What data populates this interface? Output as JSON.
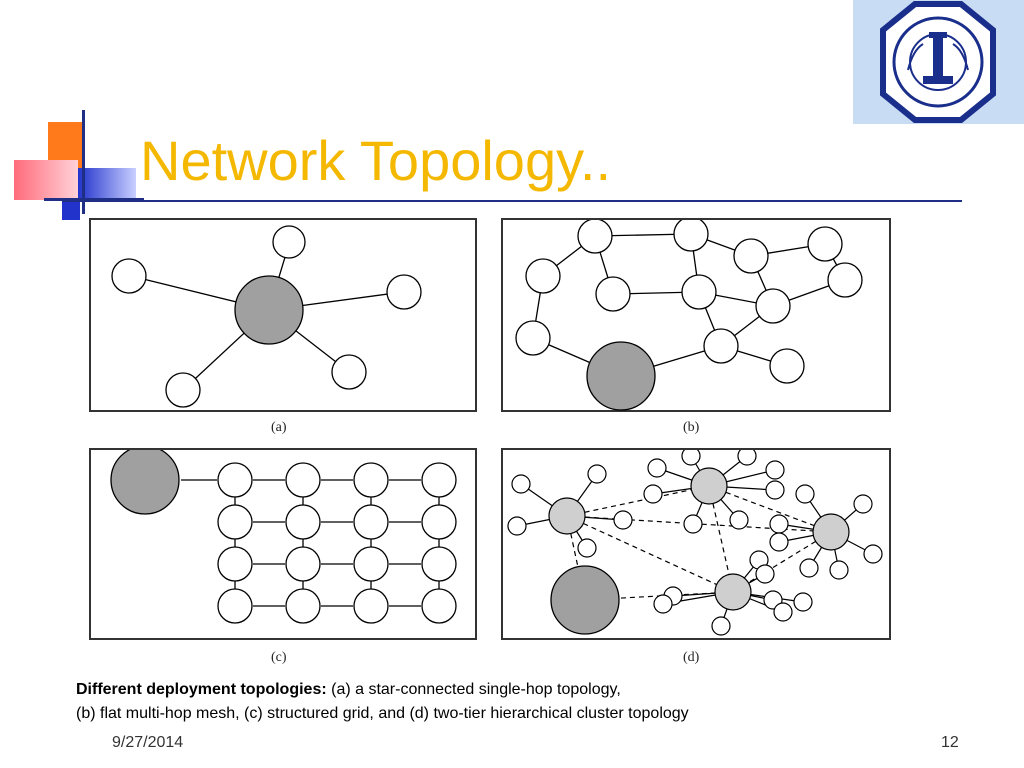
{
  "slide": {
    "title": "Network Topology..",
    "caption_bold": "Different deployment topologies:",
    "caption_line1": " (a) a star-connected single-hop topology,",
    "caption_line2": "(b) flat multi-hop mesh, (c) structured grid, and (d) two-tier hierarchical cluster topology",
    "date": "9/27/2014",
    "page_number": "12"
  },
  "figure": {
    "panel_labels": [
      "(a)",
      "(b)",
      "(c)",
      "(d)"
    ]
  },
  "colors": {
    "title": "#f5b800",
    "rule": "#1f2f86",
    "sink_node": "#a0a0a0",
    "cluster_head": "#cfcfcf",
    "logo_bg": "#c8dcf4"
  },
  "logo": {
    "icon": "university-seal-icon"
  }
}
